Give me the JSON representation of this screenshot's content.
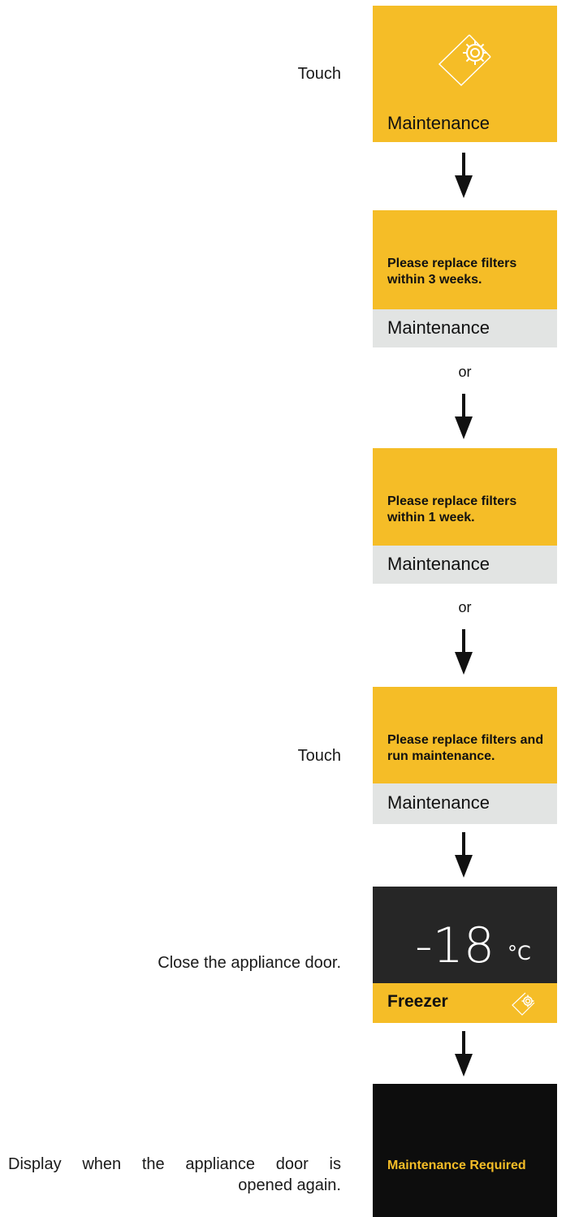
{
  "steps": {
    "touch_label_1": "Touch",
    "touch_label_2": "Touch",
    "close_door": "Close the appliance door.",
    "display_reopen_line1": "Display when the appliance door is",
    "display_reopen_line2": "opened again."
  },
  "panels": {
    "p1": {
      "title": "Maintenance",
      "icon": "maintenance-gear-icon"
    },
    "p2": {
      "message_line1": "Please replace filters",
      "message_line2": "within 3 weeks.",
      "title": "Maintenance"
    },
    "p3": {
      "message_line1": "Please replace filters",
      "message_line2": "within 1 week.",
      "title": "Maintenance"
    },
    "p4": {
      "message_line1": "Please replace filters and",
      "message_line2": "run maintenance.",
      "title": "Maintenance"
    },
    "p5": {
      "temperature": "-18",
      "unit": "°C",
      "zone": "Freezer",
      "icon": "maintenance-gear-icon"
    },
    "p6": {
      "message": "Maintenance Required"
    }
  },
  "connectors": {
    "or_1": "or",
    "or_2": "or"
  },
  "colors": {
    "accent_yellow": "#f5bd27",
    "grey_bar": "#e2e4e3",
    "dark_panel": "#262626",
    "black_panel": "#0d0d0d"
  }
}
